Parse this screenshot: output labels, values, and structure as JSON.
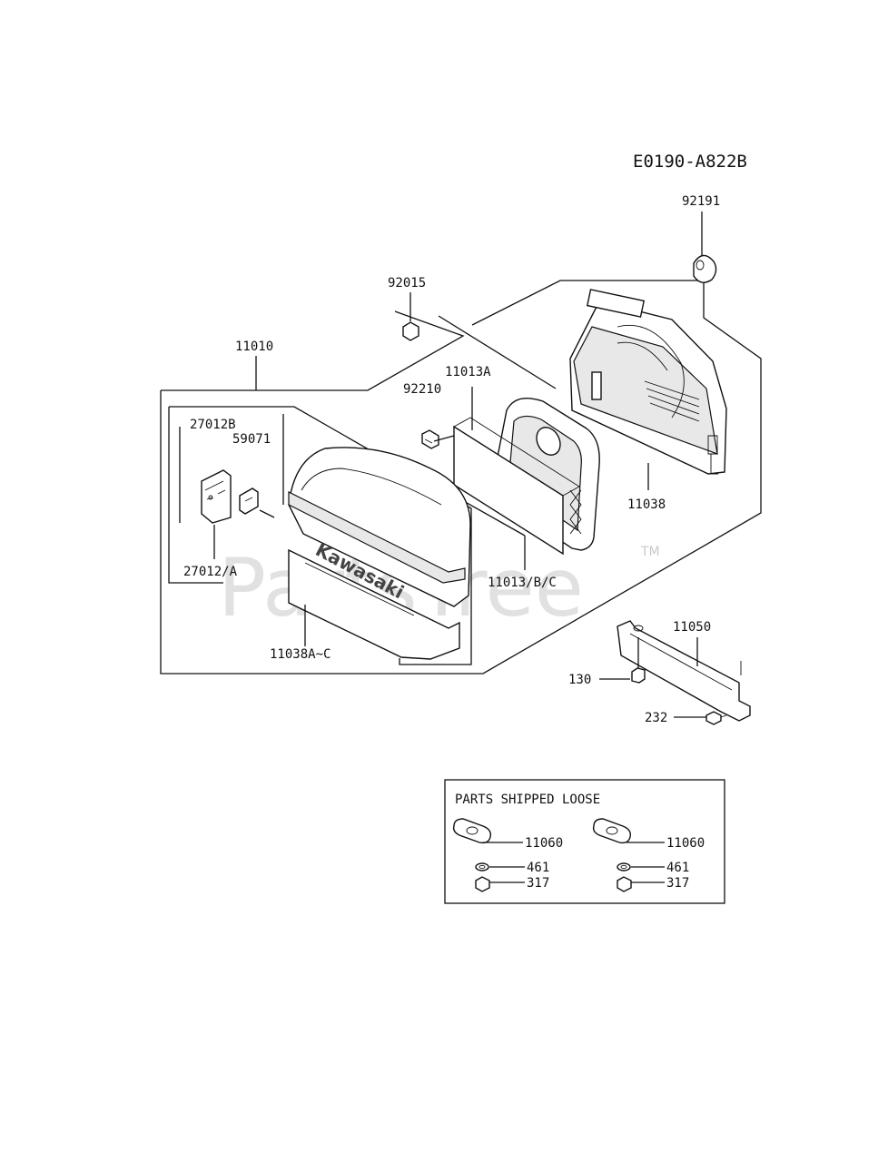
{
  "diagram_code": "E0190-A822B",
  "watermark": {
    "text": "PartsTree",
    "tm": "TM"
  },
  "brand_text": "Kawasaki",
  "part_labels": {
    "p92191": "92191",
    "p92015": "92015",
    "p11010": "11010",
    "p11013A": "11013A",
    "p92210": "92210",
    "p27012B": "27012B",
    "p59071": "59071",
    "p27012A": "27012/A",
    "p11038": "11038",
    "p11013BC": "11013/B/C",
    "p11038AC": "11038A~C",
    "p11050": "11050",
    "p130": "130",
    "p232": "232"
  },
  "loose_box": {
    "title": "PARTS SHIPPED LOOSE",
    "left": {
      "gasket": "11060",
      "washer": "461",
      "nut": "317"
    },
    "right": {
      "gasket": "11060",
      "washer": "461",
      "nut": "317"
    }
  }
}
